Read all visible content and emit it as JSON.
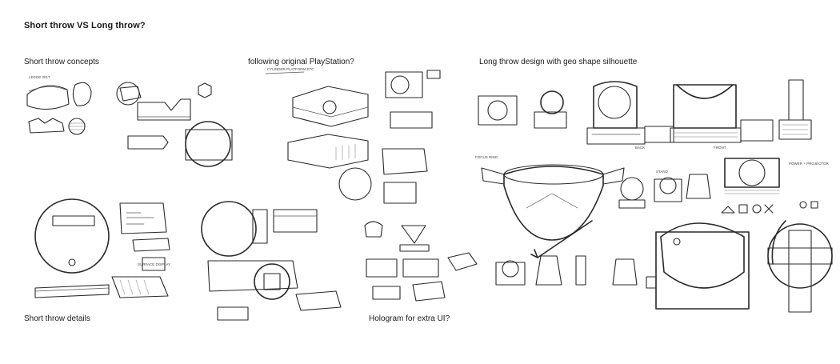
{
  "title": "Short throw VS Long throw?",
  "labels": {
    "short_throw_concepts": "Short throw concepts",
    "following_original_playstation": "following original PlayStation?",
    "long_throw_design": "Long throw design with geo shape silhouette",
    "short_throw_details": "Short throw details",
    "hologram_extra_ui": "Hologram for extra UI?"
  },
  "sketch_notes": {
    "front": "FRONT",
    "back": "BACK",
    "focus_ring": "FOCUS RING",
    "stand": "STAND",
    "power_projector": "POWER + PROJECTOR"
  },
  "colors": {
    "ink": "#2a2a2a",
    "blue_glow": "#6f7fd6",
    "red_glow": "#e0505a"
  }
}
